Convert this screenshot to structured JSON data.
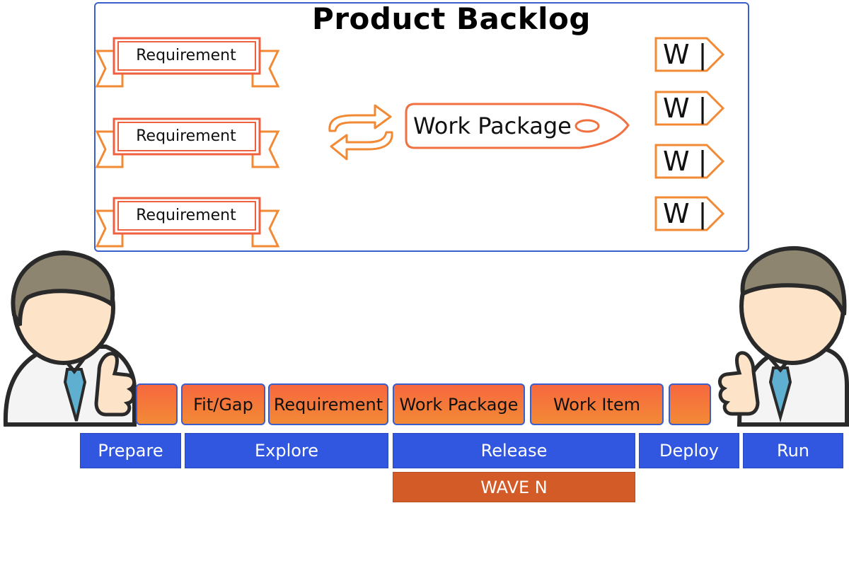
{
  "backlog": {
    "title": "Product Backlog",
    "requirements": [
      "Requirement",
      "Requirement",
      "Requirement"
    ],
    "work_package": "Work Package",
    "w_tags": [
      "W |",
      "W |",
      "W |",
      "W |"
    ]
  },
  "phases": [
    "Fit/Gap",
    "Requirement",
    "Work Package",
    "Work Item"
  ],
  "stages": [
    "Prepare",
    "Explore",
    "Release",
    "Deploy",
    "Run"
  ],
  "wave": "WAVE N",
  "colors": {
    "accent_orange": "#f28a35",
    "stage_blue": "#3157e0",
    "wave_orange": "#d35b28",
    "border_blue": "#3a5fcc"
  }
}
